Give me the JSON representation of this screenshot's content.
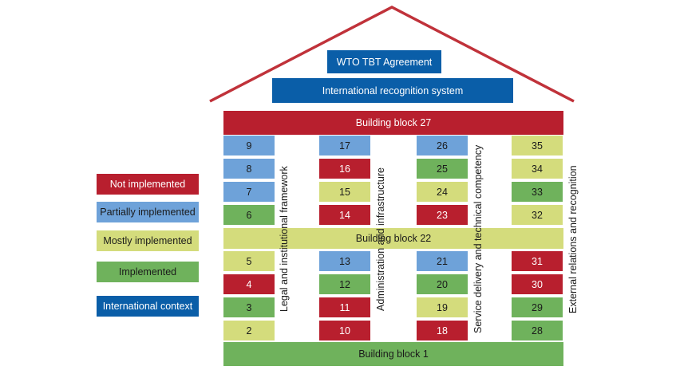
{
  "colors": {
    "not_implemented": "#b81f2e",
    "partially": "#6ea2d9",
    "mostly": "#d4dc7c",
    "implemented": "#6fb25c",
    "international": "#0a5ea8",
    "roof": "#c0323a"
  },
  "roof_boxes": {
    "wto": "WTO TBT Agreement",
    "recognition": "International recognition system"
  },
  "building_blocks": {
    "top": "Building block 27",
    "middle": "Building block 22",
    "bottom": "Building block 1"
  },
  "pillar_labels": [
    "Legal and institutional framework",
    "Administration and infrastructure",
    "Service delivery and technical competency",
    "External relations and recognition"
  ],
  "legend": [
    {
      "label": "Not implemented",
      "status": "not_implemented"
    },
    {
      "label": "Partially implemented",
      "status": "partially"
    },
    {
      "label": "Mostly implemented",
      "status": "mostly"
    },
    {
      "label": "Implemented",
      "status": "implemented"
    },
    {
      "label": "International context",
      "status": "international"
    }
  ],
  "columns": [
    {
      "upper": [
        {
          "n": "9",
          "status": "partially"
        },
        {
          "n": "8",
          "status": "partially"
        },
        {
          "n": "7",
          "status": "partially"
        },
        {
          "n": "6",
          "status": "implemented"
        }
      ],
      "lower": [
        {
          "n": "5",
          "status": "mostly"
        },
        {
          "n": "4",
          "status": "not_implemented"
        },
        {
          "n": "3",
          "status": "implemented"
        },
        {
          "n": "2",
          "status": "mostly"
        }
      ]
    },
    {
      "upper": [
        {
          "n": "17",
          "status": "partially"
        },
        {
          "n": "16",
          "status": "not_implemented"
        },
        {
          "n": "15",
          "status": "mostly"
        },
        {
          "n": "14",
          "status": "not_implemented"
        }
      ],
      "lower": [
        {
          "n": "13",
          "status": "partially"
        },
        {
          "n": "12",
          "status": "implemented"
        },
        {
          "n": "11",
          "status": "not_implemented"
        },
        {
          "n": "10",
          "status": "not_implemented"
        }
      ]
    },
    {
      "upper": [
        {
          "n": "26",
          "status": "partially"
        },
        {
          "n": "25",
          "status": "implemented"
        },
        {
          "n": "24",
          "status": "mostly"
        },
        {
          "n": "23",
          "status": "not_implemented"
        }
      ],
      "lower": [
        {
          "n": "21",
          "status": "partially"
        },
        {
          "n": "20",
          "status": "implemented"
        },
        {
          "n": "19",
          "status": "mostly"
        },
        {
          "n": "18",
          "status": "not_implemented"
        }
      ]
    },
    {
      "upper": [
        {
          "n": "35",
          "status": "mostly"
        },
        {
          "n": "34",
          "status": "mostly"
        },
        {
          "n": "33",
          "status": "implemented"
        },
        {
          "n": "32",
          "status": "mostly"
        }
      ],
      "lower": [
        {
          "n": "31",
          "status": "not_implemented"
        },
        {
          "n": "30",
          "status": "not_implemented"
        },
        {
          "n": "29",
          "status": "implemented"
        },
        {
          "n": "28",
          "status": "implemented"
        }
      ]
    }
  ]
}
